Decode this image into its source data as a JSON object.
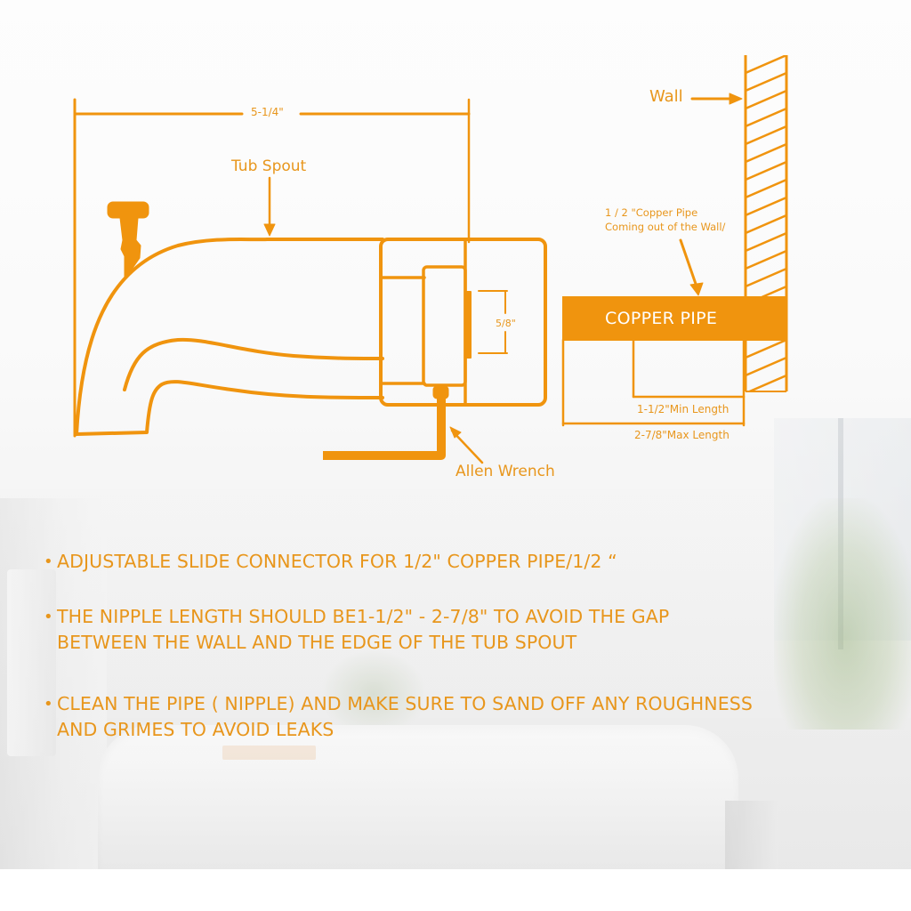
{
  "diagram": {
    "overall_width_label": "5-1/4\"",
    "tub_spout_label": "Tub Spout",
    "wall_label": "Wall",
    "pipe_note_line1": "1 / 2 \"Copper Pipe",
    "pipe_note_line2": "Coming out of the Wall/",
    "copper_pipe_label": "COPPER PIPE",
    "connector_dimension_label": "5/8\"",
    "min_length_label": "1-1/2\"Min Length",
    "max_length_label": "2-7/8\"Max Length",
    "allen_wrench_label": "Allen Wrench"
  },
  "bullets": [
    {
      "dot": "•",
      "lines": [
        "ADJUSTABLE SLIDE CONNECTOR FOR 1/2\" COPPER PIPE/1/2  “"
      ]
    },
    {
      "dot": "•",
      "lines": [
        "THE NIPPLE LENGTH SHOULD BE1-1/2\" - 2-7/8\" TO AVOID THE GAP",
        "BETWEEN THE WALL  AND THE EDGE OF THE TUB SPOUT"
      ]
    },
    {
      "dot": "•",
      "lines": [
        "CLEAN THE PIPE ( NIPPLE) AND MAKE SURE TO SAND OFF ANY ROUGHNESS",
        "AND GRIMES TO AVOID LEAKS"
      ]
    }
  ],
  "colors": {
    "accent_orange": "#f0940e",
    "label_orange": "#e8961c",
    "background": "#f6f6f6"
  },
  "icons": {
    "bullet": "bullet-dot-icon",
    "wall_arrow": "arrow-right-icon",
    "pointer_arrow": "arrow-pointer-icon"
  }
}
